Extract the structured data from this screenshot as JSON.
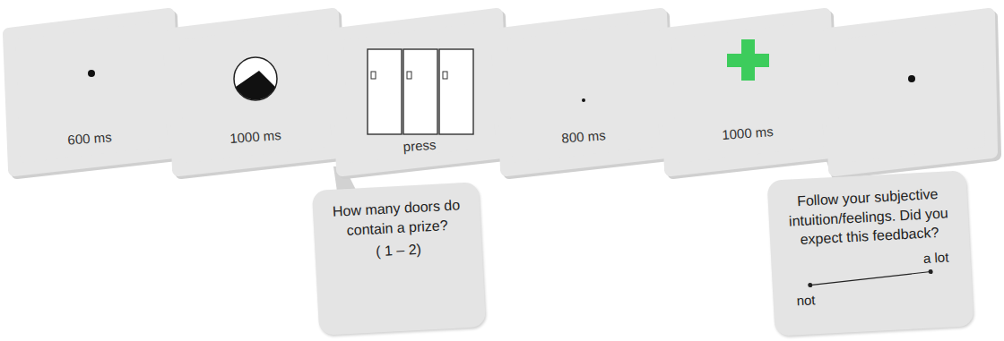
{
  "diagram": {
    "nodes": [
      {
        "text": [
          "How many doors do contain a prize?",
          "( 1 – 2)"
        ]
      },
      {
        "text": [
          "Follow your subjective intuition/feelings. Did you expect this feedback?",
          "not",
          "a lot"
        ]
      }
    ],
    "labels": [
      "600 ms",
      "1000 ms",
      "press",
      "800 ms",
      "1000 ms"
    ]
  }
}
